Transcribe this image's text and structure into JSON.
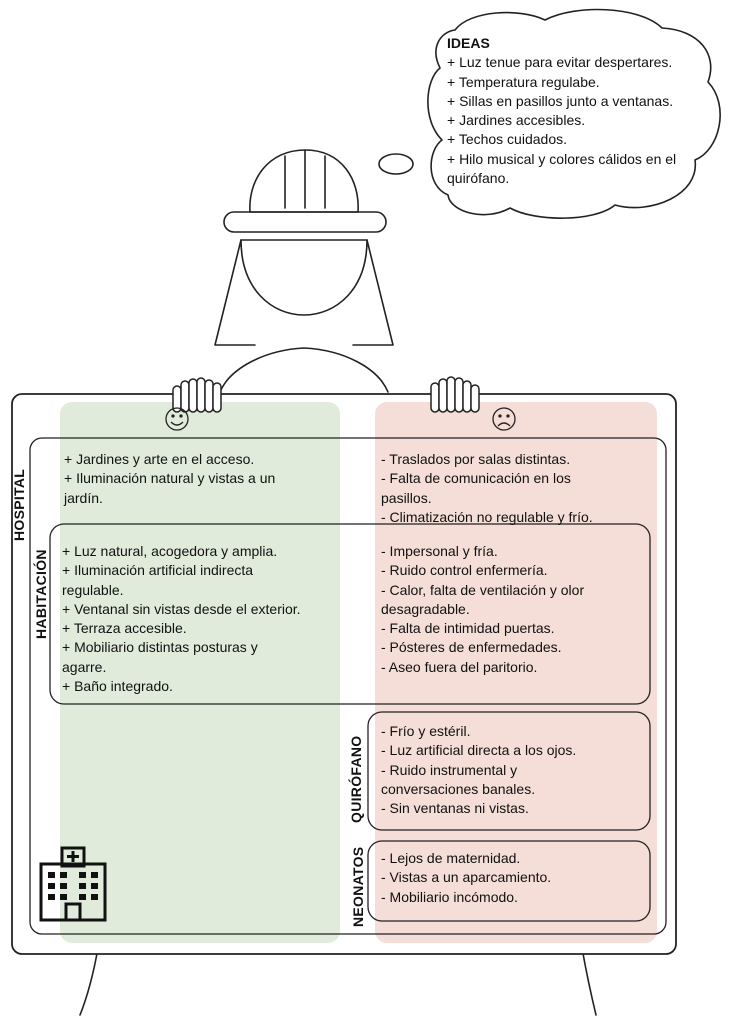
{
  "ideas": {
    "title": "IDEAS",
    "items": [
      "+ Luz tenue para evitar despertares.",
      "+ Temperatura regulabe.",
      "+ Sillas en pasillos junto a ventanas.",
      "+ Jardines accesibles.",
      "+ Techos cuidados.",
      "+ Hilo musical y colores cálidos en el",
      "quirófano."
    ]
  },
  "columns": {
    "positive_icon": "smiley-face-icon",
    "negative_icon": "sad-face-icon",
    "positive_color": "#e1ebdb",
    "negative_color": "#f4ded7"
  },
  "sections": {
    "hospital": {
      "label": "HOSPITAL",
      "positive": [
        "+ Jardines y arte en el acceso.",
        "+ Iluminación natural y vistas a un",
        "jardín."
      ],
      "negative": [
        "- Traslados por salas distintas.",
        "- Falta de comunicación en los",
        "pasillos.",
        "- Climatización no regulable y frío."
      ]
    },
    "habitacion": {
      "label": "HABITACIÓN",
      "positive": [
        "+ Luz natural, acogedora y amplia.",
        "+ Iluminación artificial indirecta",
        "regulable.",
        "+ Ventanal sin vistas desde el exterior.",
        "+ Terraza accesible.",
        "+ Mobiliario distintas posturas y",
        "agarre.",
        "+ Baño integrado."
      ],
      "negative": [
        "- Impersonal y fría.",
        "- Ruido control enfermería.",
        "- Calor, falta de ventilación y olor",
        "desagradable.",
        "- Falta de intimidad puertas.",
        "- Pósteres de enfermedades.",
        "- Aseo fuera del paritorio."
      ]
    },
    "quirofano": {
      "label": "QUIRÓFANO",
      "negative": [
        "- Frío y estéril.",
        "- Luz artificial directa a los ojos.",
        "- Ruido instrumental y",
        "conversaciones banales.",
        "- Sin ventanas ni vistas."
      ]
    },
    "neonatos": {
      "label": "NEONATOS",
      "negative": [
        "- Lejos de maternidad.",
        "- Vistas a un aparcamiento.",
        "- Mobiliario incómodo."
      ]
    }
  },
  "icons": {
    "building": "hospital-building-icon",
    "worker": "person-with-hard-hat-icon"
  }
}
